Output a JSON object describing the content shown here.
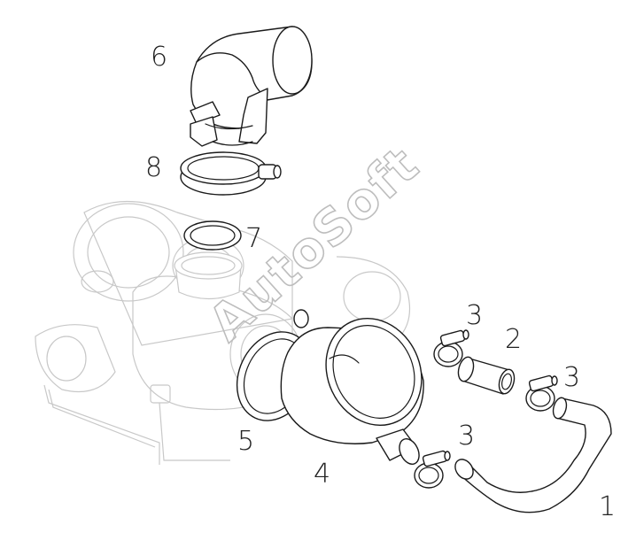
{
  "diagram": {
    "callouts": [
      {
        "id": "1",
        "label": "1"
      },
      {
        "id": "2",
        "label": "2"
      },
      {
        "id": "3a",
        "label": "3"
      },
      {
        "id": "3b",
        "label": "3"
      },
      {
        "id": "3c",
        "label": "3"
      },
      {
        "id": "4",
        "label": "4"
      },
      {
        "id": "5",
        "label": "5"
      },
      {
        "id": "6",
        "label": "6"
      },
      {
        "id": "7",
        "label": "7"
      },
      {
        "id": "8",
        "label": "8"
      }
    ],
    "watermark": "AutoSoft"
  }
}
